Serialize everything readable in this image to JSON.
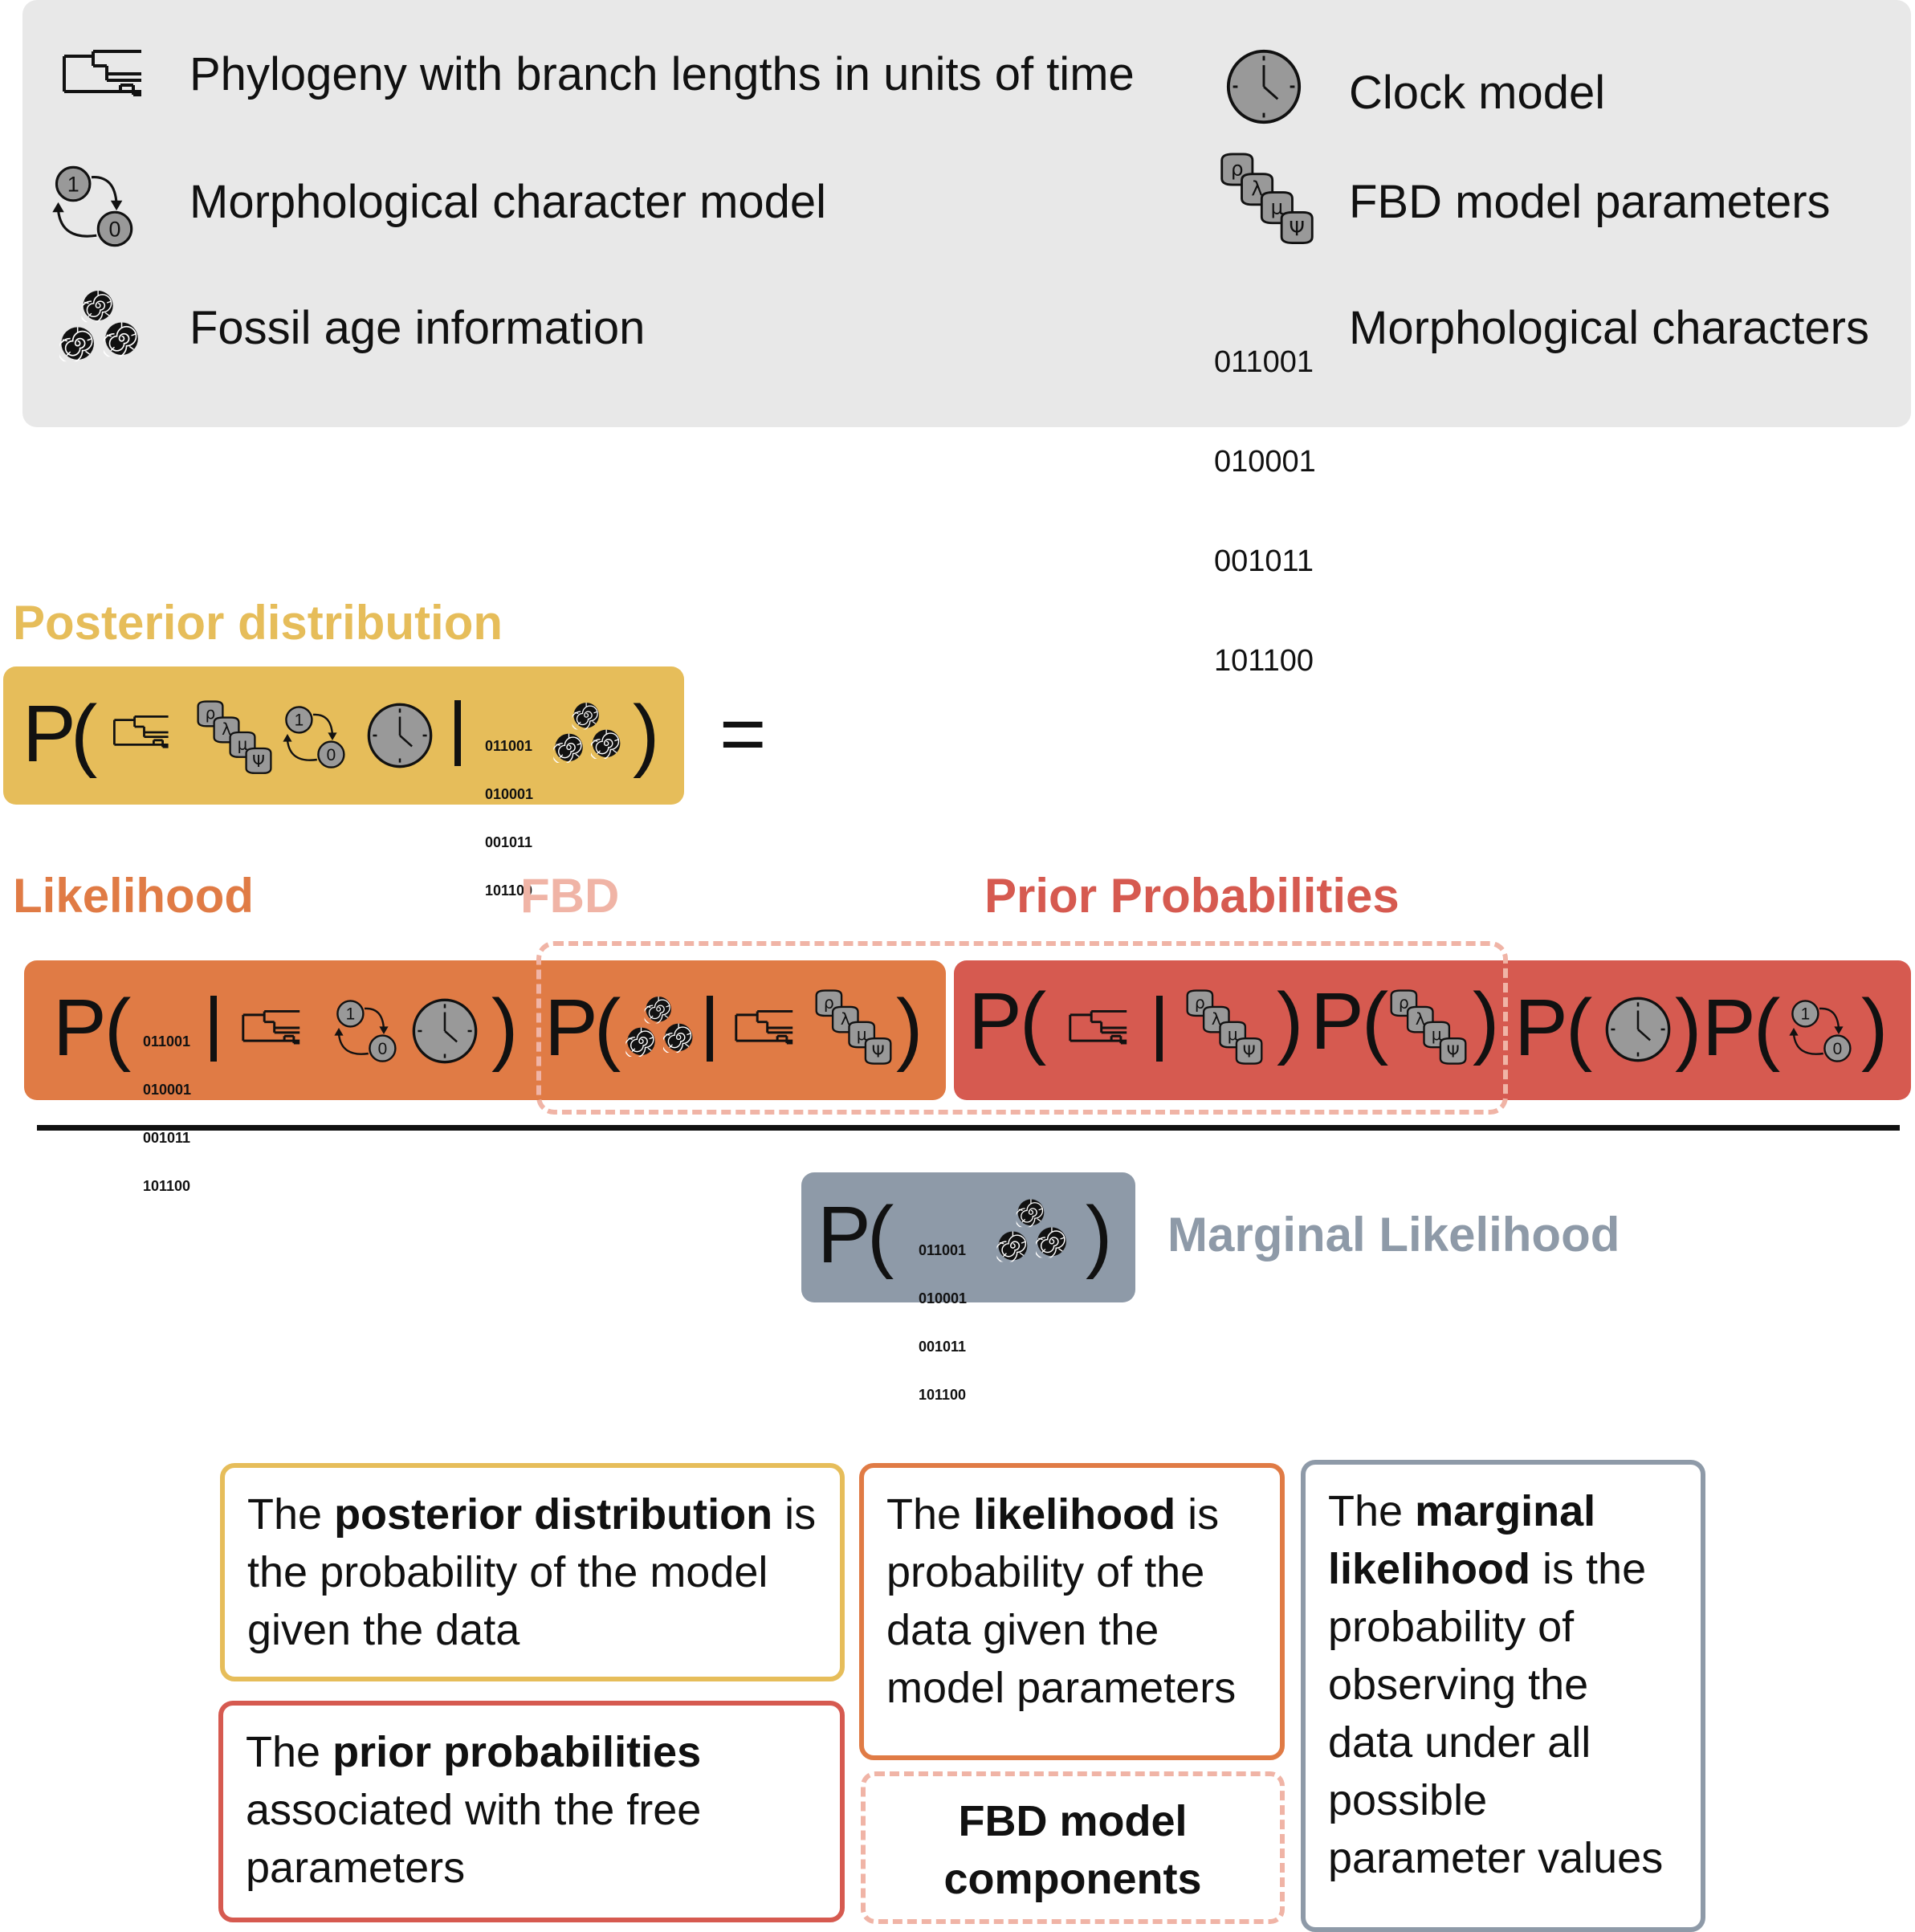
{
  "legend": {
    "items": [
      {
        "icon": "phylogeny-icon",
        "label": "Phylogeny with branch lengths in units of time"
      },
      {
        "icon": "clock-icon",
        "label": "Clock model"
      },
      {
        "icon": "character-model-icon",
        "label": "Morphological character model"
      },
      {
        "icon": "fbd-parameters-icon",
        "label": "FBD model parameters"
      },
      {
        "icon": "fossil-icon",
        "label": "Fossil age information"
      },
      {
        "icon": "binary-matrix-icon",
        "label": "Morphological characters"
      }
    ]
  },
  "binary": [
    "011001",
    "010001",
    "001011",
    "101100"
  ],
  "symbols": {
    "P": "P",
    "open": "(",
    "close": ")",
    "equals": "=",
    "clock_state_1": "1",
    "clock_state_0": "0",
    "rho": "ρ",
    "lambda": "λ",
    "mu": "μ",
    "psi": "Ψ"
  },
  "headings": {
    "posterior": "Posterior distribution",
    "likelihood": "Likelihood",
    "fbd": "FBD",
    "prior": "Prior Probabilities",
    "marginal": "Marginal Likelihood"
  },
  "descriptions": {
    "posterior": {
      "pre": "The ",
      "bold": "posterior distribution",
      "post": " is the probability of the model given the data"
    },
    "likelihood": {
      "pre": "The ",
      "bold": "likelihood",
      "post": " is probability of the data given the model parameters"
    },
    "marginal": {
      "pre": "The ",
      "bold": "marginal likelihood",
      "post": " is the probability of observing the data under all possible parameter values"
    },
    "prior": {
      "pre": "The ",
      "bold": "prior probabilities",
      "post": " associated with the free parameters"
    },
    "fbd": {
      "bold": "FBD model components"
    }
  },
  "colors": {
    "legend_bg": "#e8e8e8",
    "posterior": "#e6bd5a",
    "likelihood": "#e07b45",
    "prior": "#d65a50",
    "fbd_dashed": "#f0b4a6",
    "marginal": "#8e9aa8",
    "icon_gray": "#999999"
  }
}
